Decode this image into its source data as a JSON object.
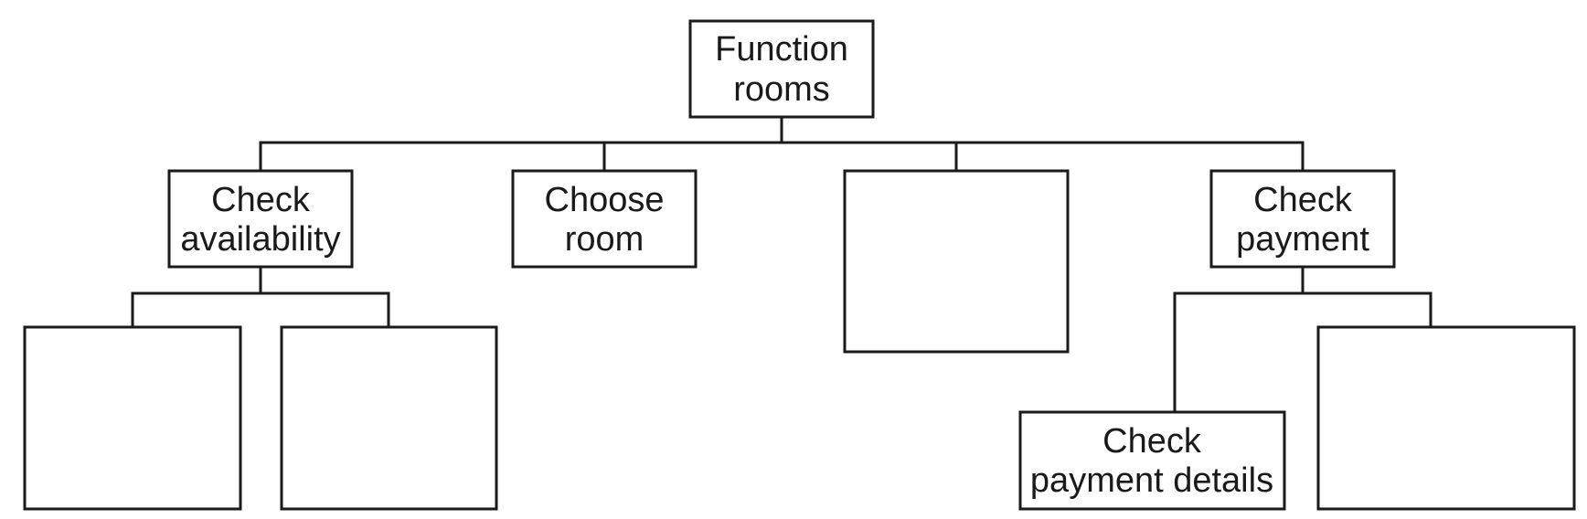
{
  "diagram": {
    "type": "structure-chart",
    "root": {
      "line1": "Function",
      "line2": "rooms"
    },
    "level1": {
      "check_availability": {
        "line1": "Check",
        "line2": "availability"
      },
      "choose_room": {
        "line1": "Choose",
        "line2": "room"
      },
      "blank_middle": {
        "line1": "",
        "line2": ""
      },
      "check_payment": {
        "line1": "Check",
        "line2": "payment"
      }
    },
    "level2": {
      "availability_blank_1": {
        "line1": "",
        "line2": ""
      },
      "availability_blank_2": {
        "line1": "",
        "line2": ""
      },
      "check_payment_details": {
        "line1": "Check",
        "line2": "payment details"
      },
      "payment_blank": {
        "line1": "",
        "line2": ""
      }
    },
    "colors": {
      "stroke": "#1a1a1a",
      "background": "#ffffff"
    }
  }
}
